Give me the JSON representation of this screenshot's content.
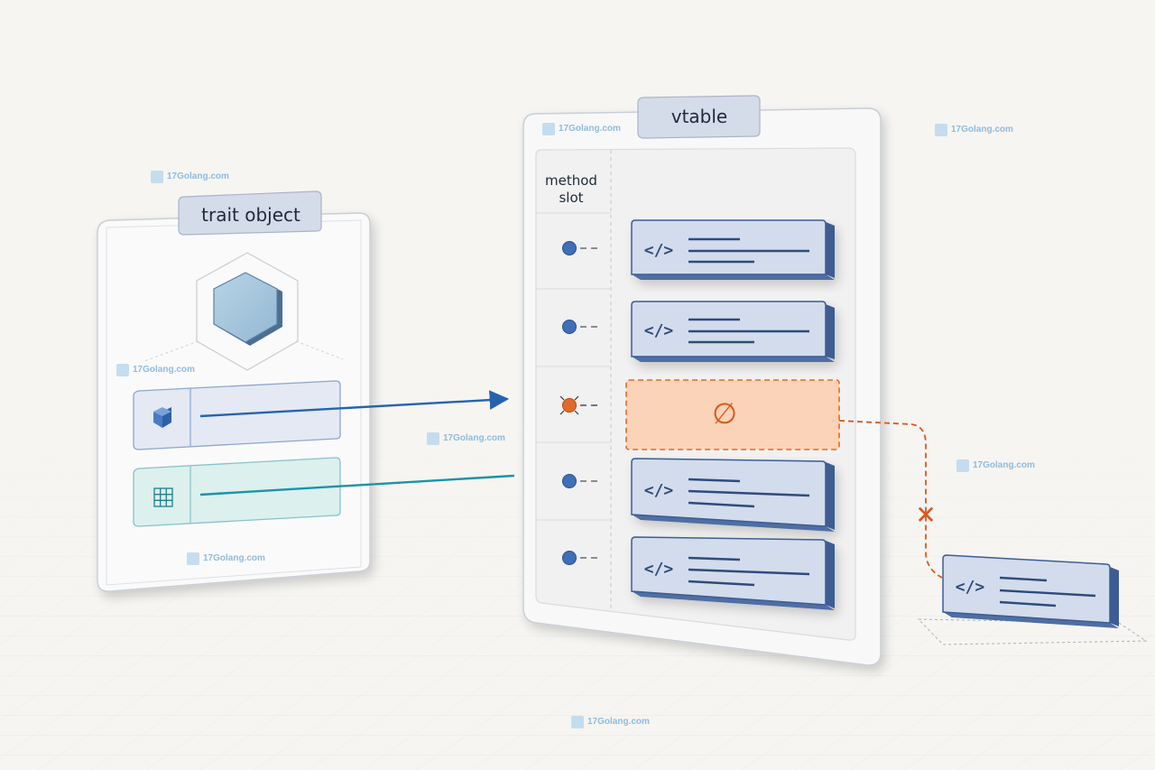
{
  "diagram": {
    "trait_object": {
      "title": "trait object"
    },
    "vtable": {
      "title": "vtable",
      "column_header_line1": "method",
      "column_header_line2": "slot",
      "entries": [
        {
          "kind": "method"
        },
        {
          "kind": "method"
        },
        {
          "kind": "empty",
          "symbol": "∅"
        },
        {
          "kind": "method"
        },
        {
          "kind": "method"
        }
      ]
    },
    "external_method": {
      "kind": "method",
      "broken_link_symbol": "✕"
    },
    "code_icon_text": "</>",
    "colors": {
      "panel_border": "#c9ced6",
      "method_block_fill": "#d3dcec",
      "method_block_border": "#3c5d93",
      "dot_blue": "#2f5fa8",
      "empty_slot_orange": "#e06a2a",
      "empty_slot_fill": "#fbd3b8",
      "arrow_blue": "#2563b0",
      "arrow_teal": "#1b93a8"
    }
  },
  "watermark": {
    "text": "17Golang.com"
  }
}
